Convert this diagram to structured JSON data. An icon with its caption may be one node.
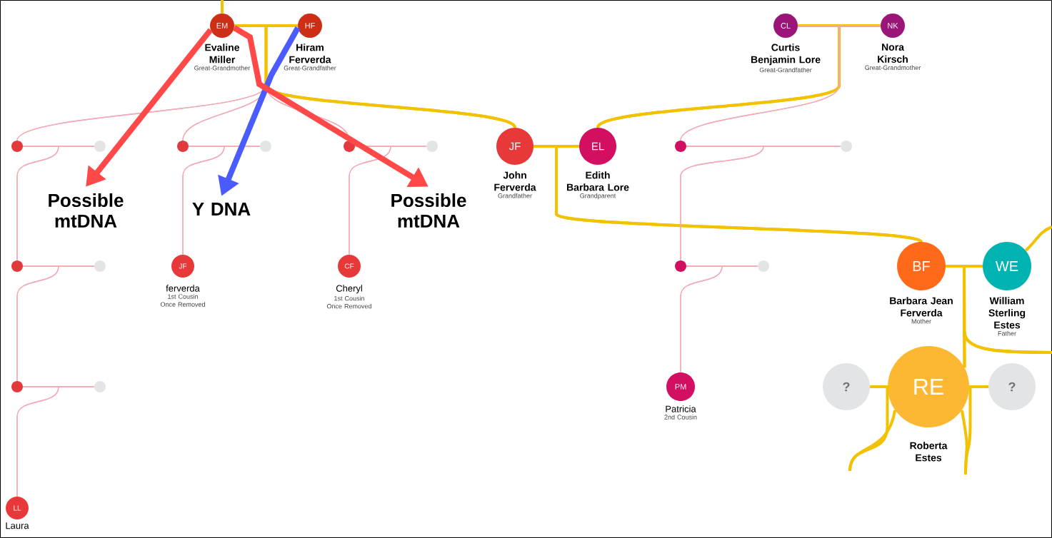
{
  "diagram": {
    "nodes": [
      {
        "text": [
          "EM"
        ],
        "beside": [
          "Evaline Miller",
          "Great-Grandmother"
        ]
      },
      {
        "text": [
          "HF"
        ],
        "beside": [
          "Hiram Ferverda",
          "Great-Grandfather"
        ]
      },
      {
        "text": [
          "CL"
        ],
        "beside": [
          "Curtis Benjamin Lore",
          "Great-Grandfather"
        ]
      },
      {
        "text": [
          "NK"
        ],
        "beside": [
          "Nora Kirsch",
          "Great-Grandmother"
        ]
      },
      {
        "text": [],
        "shape": "circle"
      },
      {
        "text": [],
        "shape": "circle"
      },
      {
        "text": [],
        "shape": "circle"
      },
      {
        "text": [],
        "shape": "circle"
      },
      {
        "text": [],
        "shape": "circle"
      },
      {
        "text": [],
        "shape": "circle"
      },
      {
        "text": [
          "JF"
        ],
        "beside": [
          "John Ferverda",
          "Grandfather"
        ]
      },
      {
        "text": [
          "EL"
        ],
        "beside": [
          "Edith Barbara Lore",
          "Grandparent"
        ]
      },
      {
        "text": [],
        "shape": "circle"
      },
      {
        "text": [],
        "shape": "circle"
      },
      {
        "text": [],
        "shape": "circle"
      },
      {
        "text": [],
        "shape": "circle"
      },
      {
        "text": [
          "JF"
        ],
        "beside": [
          "ferverda",
          "1st Cousin Once Removed"
        ]
      },
      {
        "text": [
          "CF"
        ],
        "beside": [
          "Cheryl",
          "1st Cousin Once Removed"
        ]
      },
      {
        "text": [],
        "shape": "circle"
      },
      {
        "text": [],
        "shape": "circle"
      },
      {
        "text": [
          "BF"
        ],
        "beside": [
          "Barbara Jean Ferverda",
          "Mother"
        ]
      },
      {
        "text": [
          "WE"
        ],
        "beside": [
          "William Sterling Estes",
          "Father"
        ]
      },
      {
        "text": [],
        "shape": "circle"
      },
      {
        "text": [],
        "shape": "circle"
      },
      {
        "text": [
          "?"
        ]
      },
      {
        "text": [
          "RE"
        ],
        "beside": [
          "Roberta Estes"
        ]
      },
      {
        "text": [
          "?"
        ]
      },
      {
        "text": [
          "PM"
        ],
        "beside": [
          "Patricia",
          "2nd Cousin"
        ]
      },
      {
        "text": [
          "LL"
        ],
        "beside": [
          "Laura"
        ]
      },
      {
        "text": [
          "Possible mtDNA"
        ]
      },
      {
        "text": [
          "Y DNA"
        ]
      },
      {
        "text": [
          "Possible mtDNA"
        ]
      }
    ],
    "edges": [
      {
        "from": 0,
        "to": 1,
        "arrow": "none",
        "style": "thick",
        "color": "#f2c100"
      },
      {
        "from": 0,
        "to": 4,
        "arrow": "none",
        "color": "#f4a9b4"
      },
      {
        "from": 1,
        "to": 4,
        "arrow": "none",
        "color": "#f4a9b4"
      },
      {
        "from": 0,
        "to": 6,
        "arrow": "none",
        "color": "#f4a9b4"
      },
      {
        "from": 1,
        "to": 6,
        "arrow": "none",
        "color": "#f4a9b4"
      },
      {
        "from": 0,
        "to": 8,
        "arrow": "none",
        "color": "#f4a9b4"
      },
      {
        "from": 1,
        "to": 8,
        "arrow": "none",
        "color": "#f4a9b4"
      },
      {
        "from": 0,
        "to": 10,
        "arrow": "none",
        "style": "thick",
        "color": "#f2c100"
      },
      {
        "from": 1,
        "to": 10,
        "arrow": "none",
        "style": "thick",
        "color": "#f2c100"
      },
      {
        "from": null,
        "to": 0,
        "arrow": "none",
        "style": "thick",
        "color": "#f2c100"
      },
      {
        "from": 2,
        "to": 3,
        "arrow": "none",
        "style": "thick",
        "color": "#f2c100"
      },
      {
        "from": 2,
        "to": 11,
        "arrow": "none",
        "style": "thick",
        "color": "#f2c100"
      },
      {
        "from": 3,
        "to": 11,
        "arrow": "none",
        "style": "thick",
        "color": "#f2c100"
      },
      {
        "from": 2,
        "to": 12,
        "arrow": "none",
        "color": "#f4a9b4"
      },
      {
        "from": 3,
        "to": 12,
        "arrow": "none",
        "color": "#f4a9b4"
      },
      {
        "from": 4,
        "to": 5,
        "arrow": "none",
        "color": "#f4a9b4"
      },
      {
        "from": 4,
        "to": 14,
        "arrow": "none",
        "color": "#f4a9b4"
      },
      {
        "from": 5,
        "to": 14,
        "arrow": "none",
        "color": "#f4a9b4"
      },
      {
        "from": 6,
        "to": 7,
        "arrow": "none",
        "color": "#f4a9b4"
      },
      {
        "from": 6,
        "to": 16,
        "arrow": "none",
        "color": "#f4a9b4"
      },
      {
        "from": 7,
        "to": 16,
        "arrow": "none",
        "color": "#f4a9b4"
      },
      {
        "from": 8,
        "to": 9,
        "arrow": "none",
        "color": "#f4a9b4"
      },
      {
        "from": 8,
        "to": 17,
        "arrow": "none",
        "color": "#f4a9b4"
      },
      {
        "from": 9,
        "to": 17,
        "arrow": "none",
        "color": "#f4a9b4"
      },
      {
        "from": 10,
        "to": 11,
        "arrow": "none",
        "style": "thick",
        "color": "#f2c100"
      },
      {
        "from": 10,
        "to": 20,
        "arrow": "none",
        "style": "thick",
        "color": "#f2c100"
      },
      {
        "from": 11,
        "to": 20,
        "arrow": "none",
        "style": "thick",
        "color": "#f2c100"
      },
      {
        "from": 12,
        "to": 13,
        "arrow": "none",
        "color": "#f4a9b4"
      },
      {
        "from": 12,
        "to": 18,
        "arrow": "none",
        "color": "#f4a9b4"
      },
      {
        "from": 13,
        "to": 18,
        "arrow": "none",
        "color": "#f4a9b4"
      },
      {
        "from": 14,
        "to": 15,
        "arrow": "none",
        "color": "#f4a9b4"
      },
      {
        "from": 14,
        "to": 22,
        "arrow": "none",
        "color": "#f4a9b4"
      },
      {
        "from": 15,
        "to": 22,
        "arrow": "none",
        "color": "#f4a9b4"
      },
      {
        "from": 18,
        "to": 19,
        "arrow": "none",
        "color": "#f4a9b4"
      },
      {
        "from": 18,
        "to": 27,
        "arrow": "none",
        "color": "#f4a9b4"
      },
      {
        "from": 19,
        "to": 27,
        "arrow": "none",
        "color": "#f4a9b4"
      },
      {
        "from": 20,
        "to": 21,
        "arrow": "none",
        "style": "thick",
        "color": "#f2c100"
      },
      {
        "from": 20,
        "to": 25,
        "arrow": "none",
        "style": "thick",
        "color": "#f2c100"
      },
      {
        "from": 21,
        "to": 25,
        "arrow": "none",
        "style": "thick",
        "color": "#f2c100"
      },
      {
        "from": 21,
        "to": null,
        "arrow": "none",
        "style": "thick",
        "color": "#f2c100"
      },
      {
        "from": 20,
        "to": null,
        "arrow": "none",
        "style": "thick",
        "color": "#f2c100"
      },
      {
        "from": 21,
        "to": null,
        "arrow": "none",
        "style": "thick",
        "color": "#f2c100"
      },
      {
        "from": 22,
        "to": 23,
        "arrow": "none",
        "color": "#f4a9b4"
      },
      {
        "from": 22,
        "to": 28,
        "arrow": "none",
        "color": "#f4a9b4"
      },
      {
        "from": 23,
        "to": 28,
        "arrow": "none",
        "color": "#f4a9b4"
      },
      {
        "from": 24,
        "to": 25,
        "arrow": "none",
        "style": "thick",
        "color": "#f2c100"
      },
      {
        "from": 25,
        "to": 26,
        "arrow": "none",
        "style": "thick",
        "color": "#f2c100"
      },
      {
        "from": 24,
        "to": null,
        "arrow": "none",
        "style": "thick",
        "color": "#f2c100"
      },
      {
        "from": 25,
        "to": null,
        "arrow": "none",
        "style": "thick",
        "color": "#f2c100"
      },
      {
        "from": 25,
        "to": null,
        "arrow": "none",
        "style": "thick",
        "color": "#f2c100"
      },
      {
        "from": 26,
        "to": null,
        "arrow": "none",
        "style": "thick",
        "color": "#f2c100"
      },
      {
        "from": 0,
        "to": 29,
        "arrow": "to",
        "style": "thick",
        "color": "#ff4848"
      },
      {
        "from": 1,
        "to": 30,
        "arrow": "to",
        "style": "thick",
        "color": "#4a5cff"
      },
      {
        "from": 0,
        "to": 31,
        "arrow": "to",
        "style": "thick",
        "color": "#ff4848"
      }
    ]
  }
}
